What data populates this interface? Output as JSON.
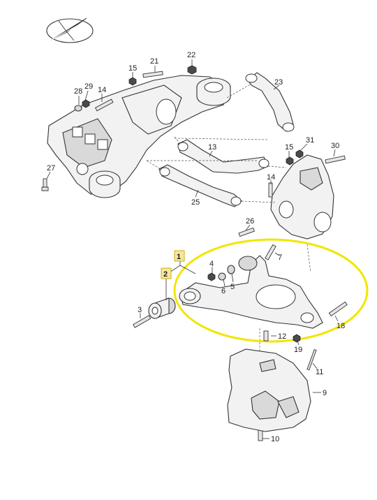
{
  "colors": {
    "highlight_ring": "#f2e600",
    "label_box_fill": "#f5e79e",
    "label_box_stroke": "#c9a800",
    "line": "#333333"
  },
  "icons": {
    "compass": "compass-arrow-icon"
  },
  "labels": [
    {
      "id": "1",
      "text": "1",
      "highlighted": true
    },
    {
      "id": "2",
      "text": "2",
      "highlighted": true
    },
    {
      "id": "3",
      "text": "3"
    },
    {
      "id": "4",
      "text": "4"
    },
    {
      "id": "5",
      "text": "5"
    },
    {
      "id": "6",
      "text": "6"
    },
    {
      "id": "7",
      "text": "7"
    },
    {
      "id": "9",
      "text": "9"
    },
    {
      "id": "10",
      "text": "10"
    },
    {
      "id": "11",
      "text": "11"
    },
    {
      "id": "12",
      "text": "12"
    },
    {
      "id": "13",
      "text": "13"
    },
    {
      "id": "14a",
      "text": "14"
    },
    {
      "id": "14b",
      "text": "14"
    },
    {
      "id": "15a",
      "text": "15"
    },
    {
      "id": "15b",
      "text": "15"
    },
    {
      "id": "18",
      "text": "18"
    },
    {
      "id": "19",
      "text": "19"
    },
    {
      "id": "21",
      "text": "21"
    },
    {
      "id": "22",
      "text": "22"
    },
    {
      "id": "23",
      "text": "23"
    },
    {
      "id": "25",
      "text": "25"
    },
    {
      "id": "26",
      "text": "26"
    },
    {
      "id": "27",
      "text": "27"
    },
    {
      "id": "28",
      "text": "28"
    },
    {
      "id": "29",
      "text": "29"
    },
    {
      "id": "30",
      "text": "30"
    },
    {
      "id": "31",
      "text": "31"
    }
  ]
}
